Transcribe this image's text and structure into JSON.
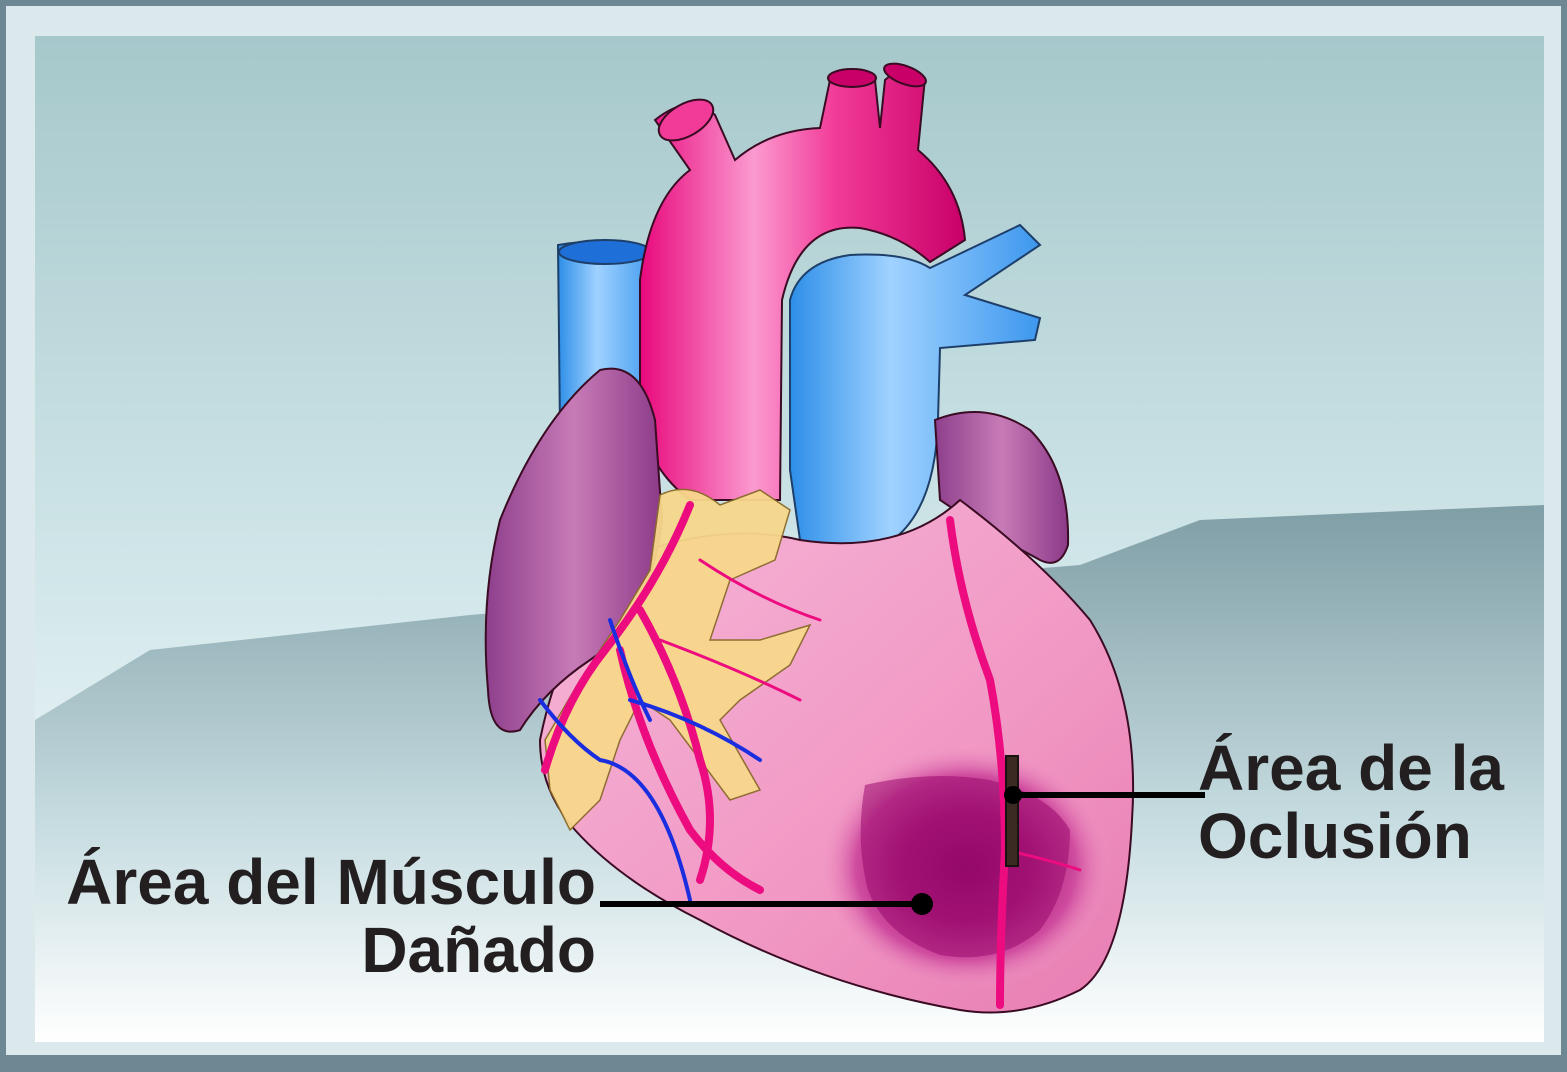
{
  "labels": {
    "occlusion": {
      "line1": "Área de la",
      "line2": "Oclusión"
    },
    "damaged": {
      "line1": "Área del Músculo",
      "line2": "Dañado"
    }
  },
  "colors": {
    "frame": "#6d8793",
    "background_top": "#a6c8cb",
    "background_bottom": "#ffffff",
    "hills": "#7e9ea6",
    "aorta": "#ed0c7f",
    "veins": "#4da6f5",
    "heart_body": "#f29ac6",
    "atria": "#a25ba0",
    "fat": "#f8d88c",
    "damage": "#9a0b6e",
    "text": "#231f20"
  },
  "icons": [
    "heart-illustration",
    "damaged-area",
    "occlusion-marker"
  ]
}
